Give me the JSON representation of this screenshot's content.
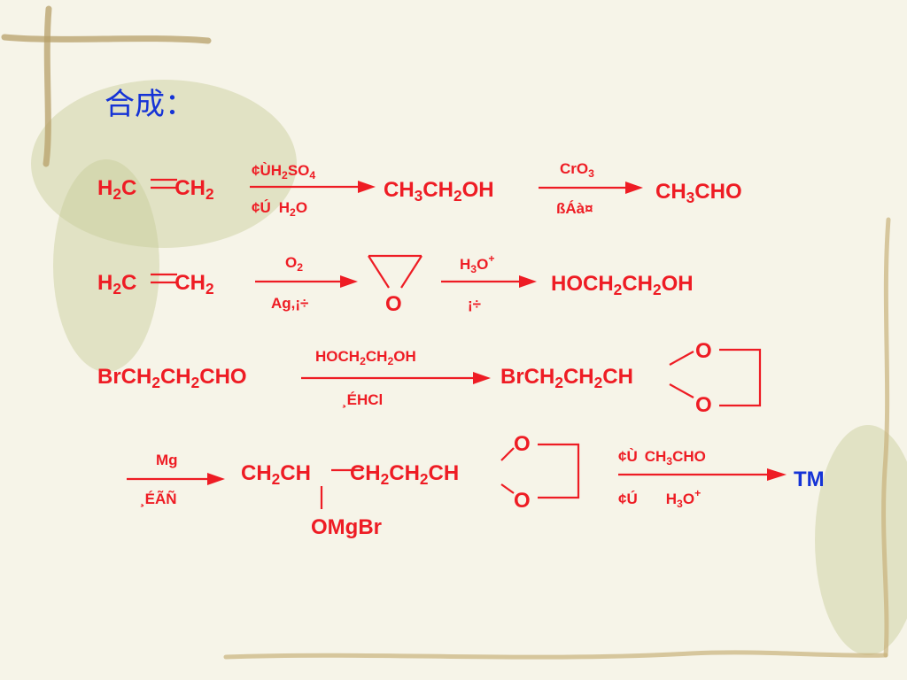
{
  "title": "合成：",
  "final_product": "TM",
  "colors": {
    "reaction": "#ee1c24",
    "title": "#1533d6",
    "background": "#f6f4e8"
  },
  "row1": {
    "reactant": [
      "H",
      "2",
      "C",
      "CH",
      "2"
    ],
    "step1_above": [
      "¢Ù",
      "H",
      "2",
      "SO",
      "4"
    ],
    "step1_below": [
      "¢Ú",
      "H",
      "2",
      "O"
    ],
    "product1": [
      "CH",
      "3",
      "CH",
      "2",
      "OH"
    ],
    "step2_above": [
      "CrO",
      "3"
    ],
    "step2_below": "ßÁà¤",
    "product2": [
      "CH",
      "3",
      "CHO"
    ]
  },
  "row2": {
    "reactant": [
      "H",
      "2",
      "C",
      "CH",
      "2"
    ],
    "step1_above": [
      "O",
      "2"
    ],
    "step1_below": "Ag,¡÷",
    "epoxide_o": "O",
    "step2_above": [
      "H",
      "3",
      "O",
      "+"
    ],
    "step2_below": "¡÷",
    "product": [
      "HOCH",
      "2",
      "CH",
      "2",
      "OH"
    ]
  },
  "row3": {
    "reactant": [
      "BrCH",
      "2",
      "CH",
      "2",
      "CHO"
    ],
    "step_above": [
      "HOCH",
      "2",
      "CH",
      "2",
      "OH"
    ],
    "step_below": "¸ÉHCl",
    "product": [
      "BrCH",
      "2",
      "CH",
      "2",
      "CH"
    ],
    "ring_o_top": "O",
    "ring_o_bottom": "O"
  },
  "row4": {
    "step_above": "Mg",
    "step_below": "¸ÉÃÑ",
    "product": [
      "CH",
      "2",
      "CH",
      "CH",
      "2",
      "CH",
      "2",
      "CH"
    ],
    "substituent": "OMgBr",
    "ring_o_top": "O",
    "ring_o_bottom": "O",
    "step2_above": [
      "¢Ù",
      "CH",
      "3",
      "CHO"
    ],
    "step2_below": [
      "¢Ú",
      "H",
      "3",
      "O",
      "+"
    ]
  }
}
